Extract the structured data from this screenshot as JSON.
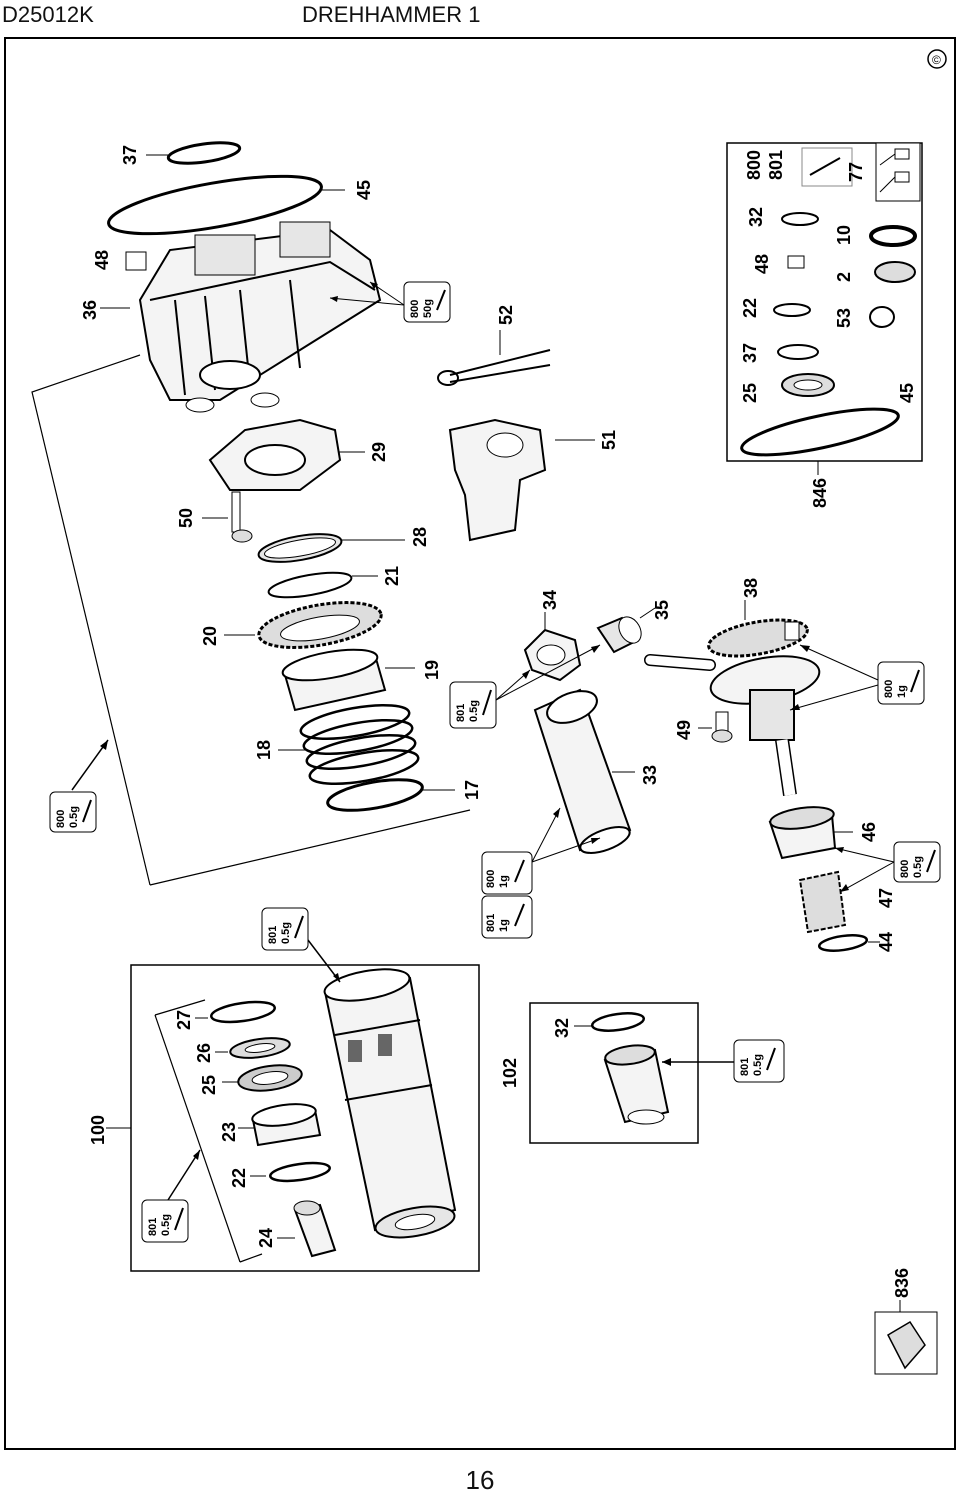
{
  "header": {
    "model": "D25012K",
    "title": "DREHHAMMER 1"
  },
  "page_number": "16",
  "corner_symbol": "©",
  "labels": {
    "p37a": "37",
    "p45a": "45",
    "p48a": "48",
    "p36": "36",
    "p52": "52",
    "p29": "29",
    "p51": "51",
    "p50": "50",
    "p28": "28",
    "p21": "21",
    "p20": "20",
    "p19": "19",
    "p18": "18",
    "p17": "17",
    "p34": "34",
    "p35": "35",
    "p33": "33",
    "p38": "38",
    "p49": "49",
    "p46": "46",
    "p47": "47",
    "p44": "44",
    "p846": "846",
    "p100": "100",
    "p102": "102",
    "p27": "27",
    "p26": "26",
    "p25a": "25",
    "p23": "23",
    "p22a": "22",
    "p24": "24",
    "p32a": "32",
    "p836": "836",
    "k800": "800",
    "k801": "801",
    "k77": "77",
    "k32": "32",
    "k10": "10",
    "k48": "48",
    "k2": "2",
    "k22": "22",
    "k53": "53",
    "k37": "37",
    "k25": "25",
    "k45": "45"
  },
  "grease_tags": {
    "g1_a": "800",
    "g1_b": "50g",
    "g2_a": "801",
    "g2_b": "0.5g",
    "g3_a": "800",
    "g3_b": "1g",
    "g4_a": "800",
    "g4_b": "0.5g",
    "g5_a": "800",
    "g5_b": "1g",
    "g6_a": "801",
    "g6_b": "1g",
    "g7_a": "800",
    "g7_b": "0.5g",
    "g8_a": "801",
    "g8_b": "0.5g",
    "g9_a": "801",
    "g9_b": "0.5g",
    "g10_a": "801",
    "g10_b": "0.5g"
  }
}
